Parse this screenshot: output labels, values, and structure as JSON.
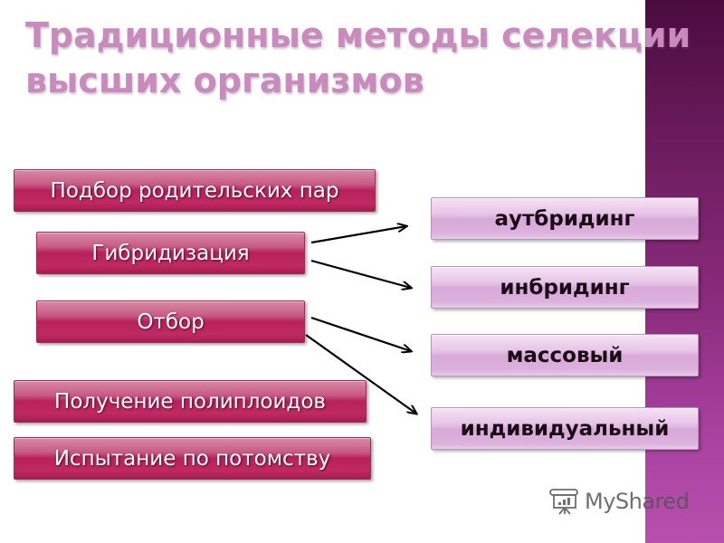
{
  "slide": {
    "title": "Традиционные методы селекции высших организмов",
    "colors": {
      "title": "#c98bbd",
      "band_top": "#4a0c3e",
      "band_bottom": "#b84fae",
      "left_box": "#b8205a",
      "right_box": "#d9a9d9"
    },
    "methods": [
      {
        "label": "Подбор родительских пар"
      },
      {
        "label": "Гибридизация"
      },
      {
        "label": "Отбор"
      },
      {
        "label": "Получение полиплоидов"
      },
      {
        "label": "Испытание по потомству"
      }
    ],
    "subtypes": [
      {
        "label": "аутбридинг"
      },
      {
        "label": "инбридинг"
      },
      {
        "label": "массовый"
      },
      {
        "label": "индивидуальный"
      }
    ],
    "connections": [
      {
        "from": "Гибридизация",
        "to": "аутбридинг"
      },
      {
        "from": "Гибридизация",
        "to": "инбридинг"
      },
      {
        "from": "Отбор",
        "to": "массовый"
      },
      {
        "from": "Отбор",
        "to": "индивидуальный"
      }
    ]
  },
  "watermark": {
    "text": "MyShared",
    "icon": "presentation-board-icon"
  }
}
